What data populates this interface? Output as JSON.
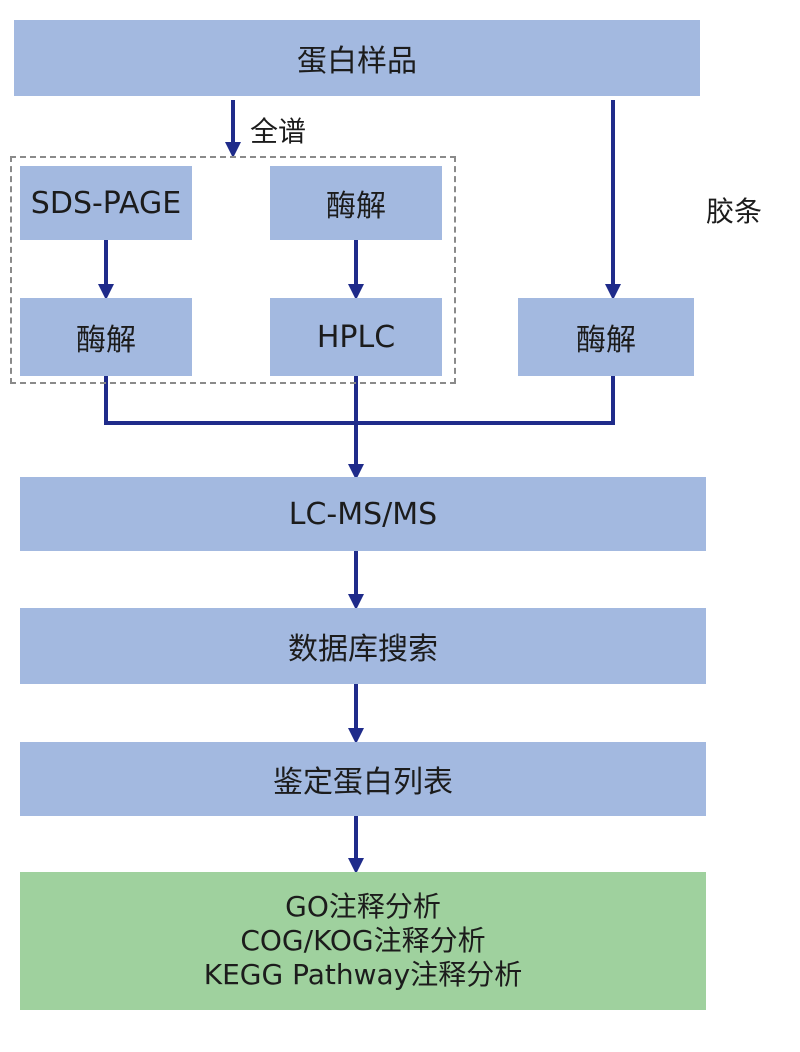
{
  "nodes": {
    "protein_sample": "蛋白样品",
    "full_spectrum": "全谱",
    "gel_strip": "胶条",
    "sds_page": "SDS-PAGE",
    "digest_1": "酶解",
    "digest_2": "酶解",
    "hplc": "HPLC",
    "digest_3": "酶解",
    "lc_ms_ms": "LC-MS/MS",
    "database_search": "数据库搜索",
    "protein_list": "鉴定蛋白列表",
    "analysis": [
      "GO注释分析",
      "COG/KOG注释分析",
      "KEGG Pathway注释分析"
    ]
  },
  "colors": {
    "box": "#a3b9e0",
    "green_box": "#9fd19e",
    "arrow": "#1f2b8a"
  }
}
